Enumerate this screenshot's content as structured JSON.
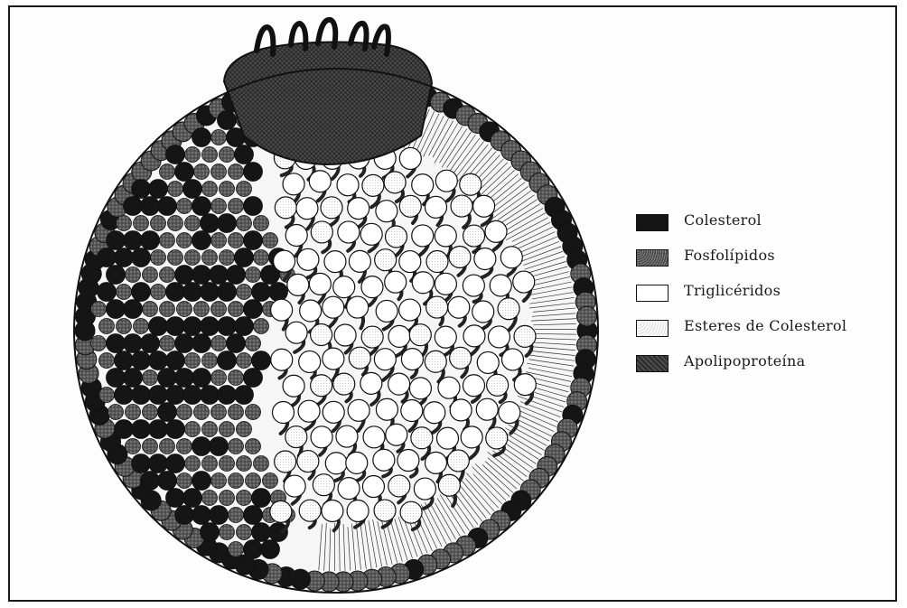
{
  "legend": {
    "items": [
      {
        "label": "Colesterol",
        "swatch": "solid-dark"
      },
      {
        "label": "Fosfolípidos",
        "swatch": "speckled-gray"
      },
      {
        "label": "Triglicéridos",
        "swatch": "white"
      },
      {
        "label": "Esteres de Colesterol",
        "swatch": "light-dotted"
      },
      {
        "label": "Apolipoproteína",
        "swatch": "dark-textured"
      }
    ]
  },
  "colors": {
    "colesterol": "#151515",
    "fosfolipidos": "#4a4a4a",
    "trigliceridos": "#ffffff",
    "esteres": "#f0f0f0",
    "apolipoproteina": "#3a3a3a",
    "outline": "#111111"
  },
  "icons": [
    "lipoprotein-particle-illustration",
    "apolipoprotein-icon"
  ]
}
